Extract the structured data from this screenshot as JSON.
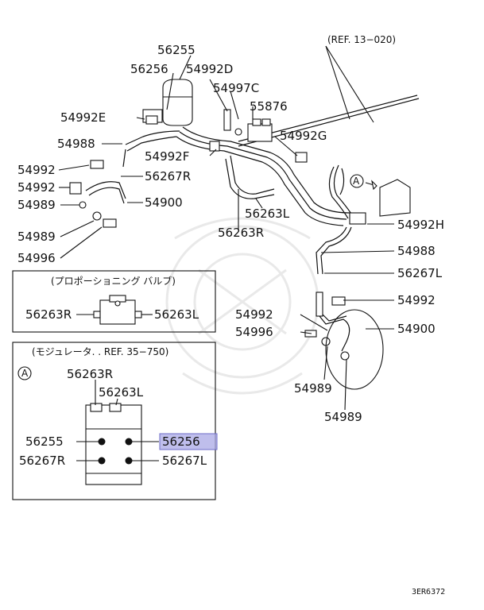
{
  "ref_top": "(REF. 13−020)",
  "labels": {
    "p56255": "56255",
    "p56256": "56256",
    "p54992D": "54992D",
    "p54997C": "54997C",
    "p55876": "55876",
    "p54992E": "54992E",
    "p54992G": "54992G",
    "p54988_l": "54988",
    "p54992F": "54992F",
    "p54992_a": "54992",
    "p54992_b": "54992",
    "p56267R": "56267R",
    "p54989_l": "54989",
    "p54900_l": "54900",
    "p54989_l2": "54989",
    "p54996_l": "54996",
    "p56263L": "56263L",
    "p56263R": "56263R",
    "p54992H": "54992H",
    "p54988_r": "54988",
    "p56267L": "56267L",
    "p54992_r": "54992",
    "p54992_r2": "54992",
    "p54996_r": "54996",
    "p54900_r": "54900",
    "p54989_r": "54989",
    "p54989_r2": "54989",
    "circleA": "A"
  },
  "box_valve": {
    "title": "(プロポーショニング バルブ)",
    "left": "56263R",
    "right": "56263L"
  },
  "box_modulator": {
    "title": "(モジュレータ. . REF. 35−750)",
    "circle": "A",
    "p56263R": "56263R",
    "p56263L": "56263L",
    "p56255": "56255",
    "p56256": "56256",
    "p56267R": "56267R",
    "p56267L": "56267L"
  },
  "code": "3ER6372",
  "colors": {
    "highlight": "#a9a8e6"
  }
}
